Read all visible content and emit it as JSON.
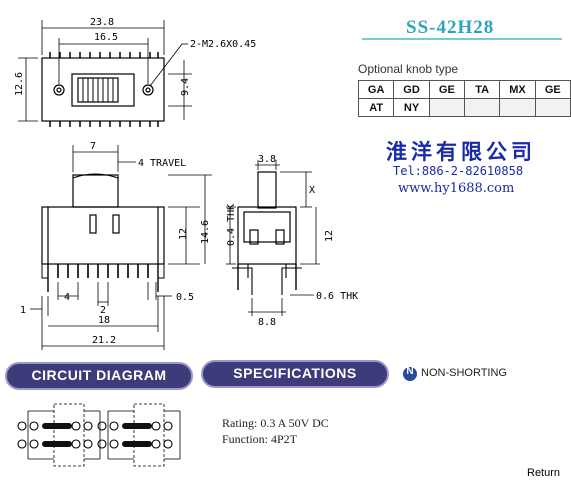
{
  "model": "SS-42H28",
  "knob": {
    "title": "Optional knob type",
    "rows": [
      [
        "GA",
        "GD",
        "GE",
        "TA",
        "MX",
        "GE"
      ],
      [
        "AT",
        "NY",
        "",
        "",
        "",
        ""
      ]
    ]
  },
  "company": {
    "name": "淮洋有限公司",
    "tel": "Tel:886-2-82610858",
    "www": "www.hy1688.com"
  },
  "top_view": {
    "overall_width": "23.8",
    "hole_pitch": "16.5",
    "holes": "2-M2.6X0.45",
    "height": "12.6",
    "slot_height": "9.4"
  },
  "front_view": {
    "actuator_width": "7",
    "travel": "4 TRAVEL",
    "body_height": "12",
    "total_height": "14.6",
    "pin_pitch_outer": "4",
    "pin_pitch": "2",
    "pin_width": "0.5",
    "pin_offset": "1",
    "pin_span": "18",
    "overall_width": "21.2"
  },
  "side_view": {
    "actuator_width": "3.8",
    "actuator_height": "X",
    "thickness": "0.4 THK",
    "body_height": "12",
    "leg_thickness": "0.6 THK",
    "leg_span": "8.8"
  },
  "sections": {
    "circuit": "CIRCUIT DIAGRAM",
    "specs": "SPECIFICATIONS"
  },
  "non_shorting": {
    "badge": "N",
    "label": "NON-SHORTING"
  },
  "specs": {
    "rating": "Rating: 0.3 A 50V DC",
    "function": "Function: 4P2T"
  },
  "return_label": "Return",
  "colors": {
    "title": "#2aa6b8",
    "company": "#1a2aa8",
    "pill": "#3d3b7a",
    "circuit_bar": "#111111"
  }
}
